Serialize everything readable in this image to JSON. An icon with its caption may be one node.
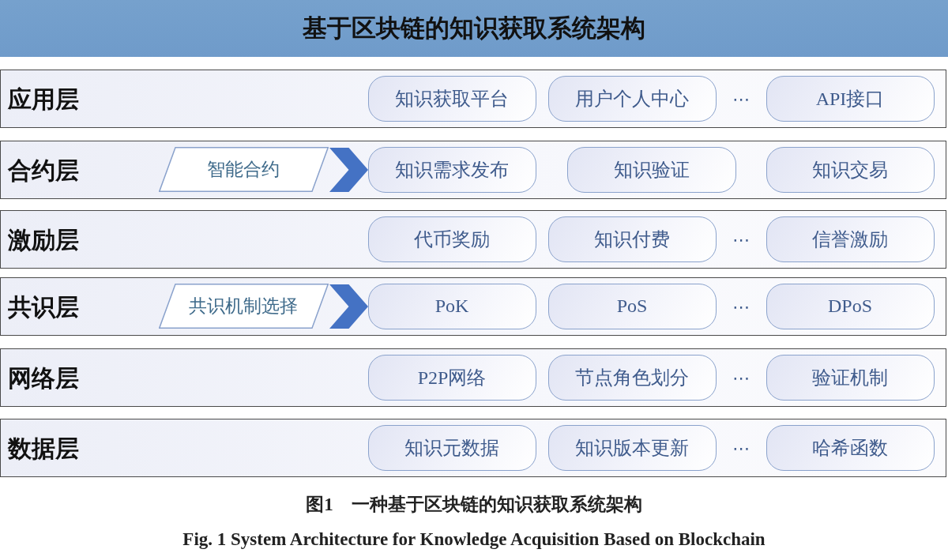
{
  "diagram": {
    "title": "基于区块链的知识获取系统架构",
    "caption": "图1　一种基于区块链的知识获取系统架构",
    "nodes": [
      {
        "text": [
          "应用层"
        ]
      },
      {
        "text": [
          "知识获取平台"
        ],
        "in": 0
      },
      {
        "text": [
          "用户个人中心"
        ],
        "in": 0
      },
      {
        "text": [
          "API接口"
        ],
        "in": 0
      },
      {
        "text": [
          "合约层"
        ]
      },
      {
        "text": [
          "智能合约"
        ],
        "in": 4
      },
      {
        "text": [
          "知识需求发布"
        ],
        "in": 4
      },
      {
        "text": [
          "知识验证"
        ],
        "in": 4
      },
      {
        "text": [
          "知识交易"
        ],
        "in": 4
      },
      {
        "text": [
          "激励层"
        ]
      },
      {
        "text": [
          "代币奖励"
        ],
        "in": 9
      },
      {
        "text": [
          "知识付费"
        ],
        "in": 9
      },
      {
        "text": [
          "信誉激励"
        ],
        "in": 9
      },
      {
        "text": [
          "共识层"
        ]
      },
      {
        "text": [
          "共识机制选择"
        ],
        "in": 13
      },
      {
        "text": [
          "PoK"
        ],
        "in": 13
      },
      {
        "text": [
          "PoS"
        ],
        "in": 13
      },
      {
        "text": [
          "DPoS"
        ],
        "in": 13
      },
      {
        "text": [
          "网络层"
        ]
      },
      {
        "text": [
          "P2P网络"
        ],
        "in": 18
      },
      {
        "text": [
          "节点角色划分"
        ],
        "in": 18
      },
      {
        "text": [
          "验证机制"
        ],
        "in": 18
      },
      {
        "text": [
          "数据层"
        ]
      },
      {
        "text": [
          "知识元数据"
        ],
        "in": 22
      },
      {
        "text": [
          "知识版本更新"
        ],
        "in": 22
      },
      {
        "text": [
          "哈希函数"
        ],
        "in": 22
      }
    ],
    "edges": [
      {
        "from": 5,
        "to": 6,
        "arrow": "to"
      },
      {
        "from": 14,
        "to": 15,
        "arrow": "to"
      }
    ],
    "labels": [
      "⋯",
      "⋯",
      "⋯",
      "⋯",
      "⋯",
      "Fig. 1 System Architecture for Knowledge Acquisition Based on Blockchain"
    ]
  }
}
